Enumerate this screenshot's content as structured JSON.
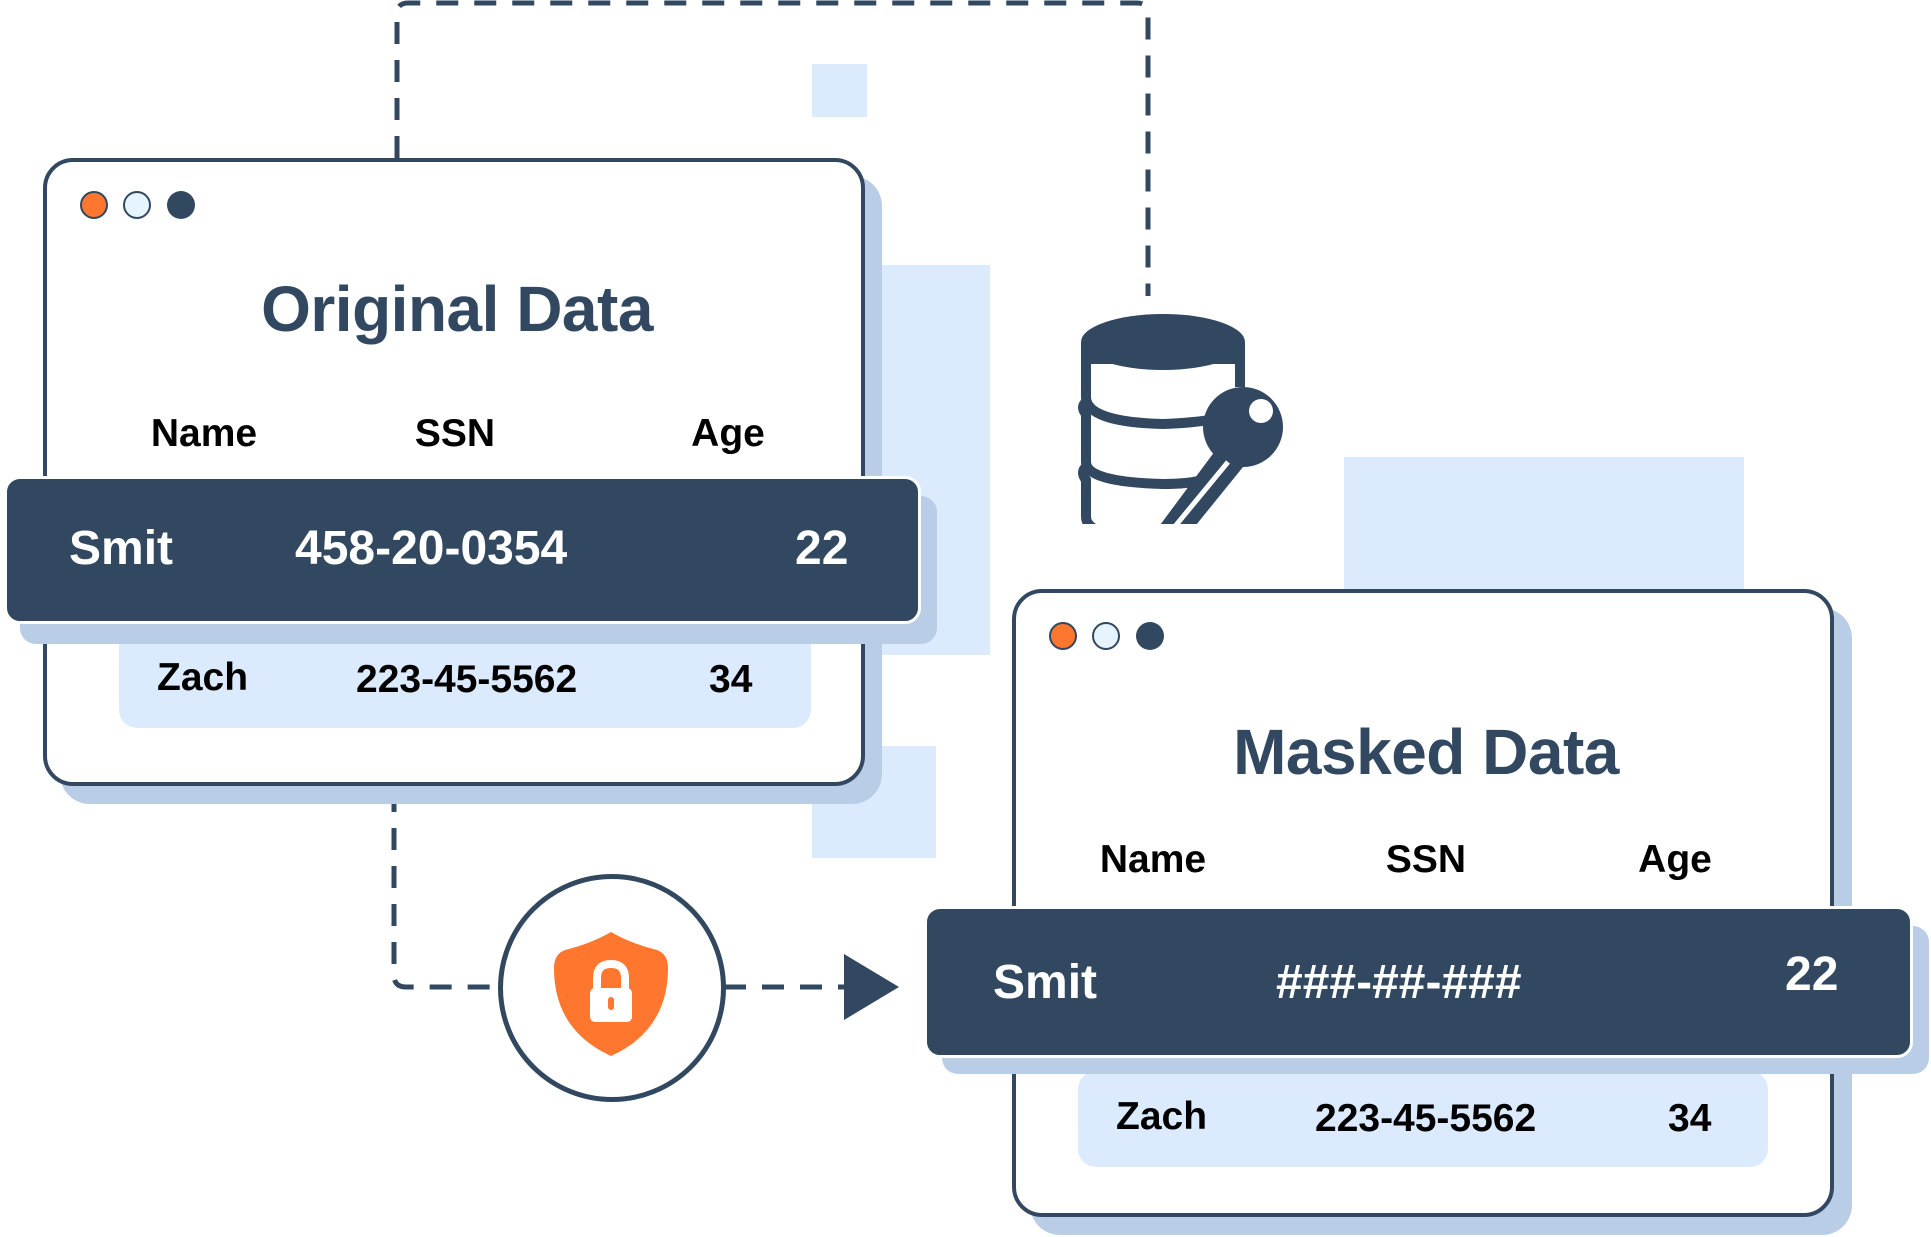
{
  "colors": {
    "navy": "#314860",
    "orange": "#FF762E",
    "light_blue": "#DCEAFD",
    "shadow_blue": "#B9CDE7",
    "dot_light": "#E6F4FF"
  },
  "original": {
    "title": "Original Data",
    "headers": [
      "Name",
      "SSN",
      "Age"
    ],
    "highlighted_row": {
      "name": "Smit",
      "ssn": "458-20-0354",
      "age": "22"
    },
    "row": {
      "name": "Zach",
      "ssn": "223-45-5562",
      "age": "34"
    }
  },
  "masked": {
    "title": "Masked Data",
    "headers": [
      "Name",
      "SSN",
      "Age"
    ],
    "highlighted_row": {
      "name": "Smit",
      "ssn": "###-##-###",
      "age": "22"
    },
    "row": {
      "name": "Zach",
      "ssn": "223-45-5562",
      "age": "34"
    }
  },
  "icons": {
    "database": "database-key-icon",
    "shield": "shield-lock-icon",
    "arrow": "arrow-right-icon"
  }
}
